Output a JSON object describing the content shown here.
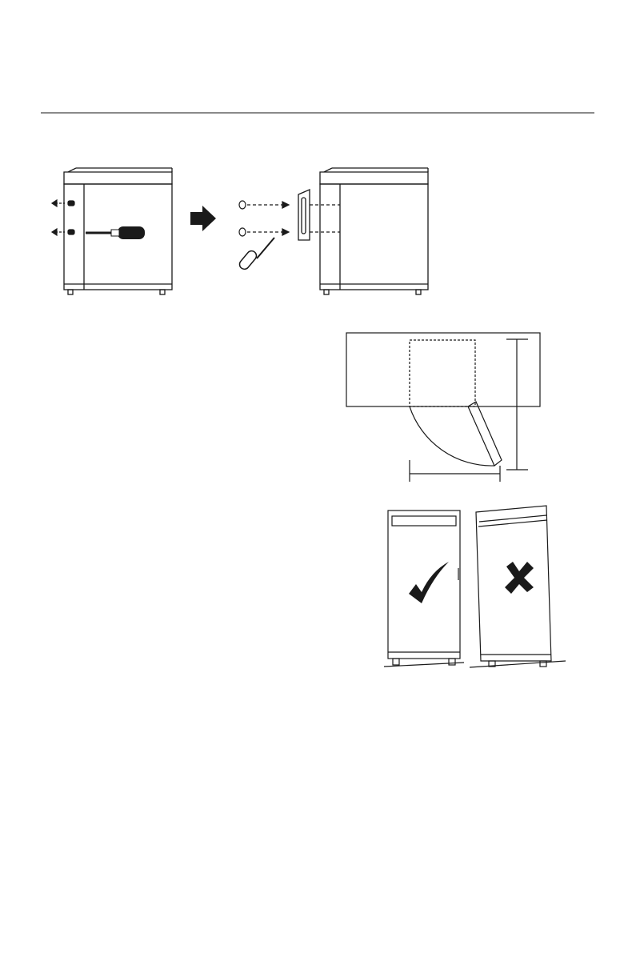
{
  "page": {
    "background": "#ffffff",
    "rule_color": "#8a8a8a",
    "ink_color": "#1a1a1a"
  },
  "figures": [
    {
      "id": "handle-removal",
      "icons": [
        "fridge-icon",
        "screwdriver-icon",
        "arrow-right-icon",
        "screw-icon",
        "handle-icon"
      ]
    },
    {
      "id": "door-clearance",
      "icons": [
        "fridge-top-view-icon",
        "door-swing-icon",
        "dimension-line-icon"
      ]
    },
    {
      "id": "level-installation",
      "icons": [
        "check-mark-icon",
        "cross-mark-icon",
        "fridge-icon"
      ]
    }
  ]
}
